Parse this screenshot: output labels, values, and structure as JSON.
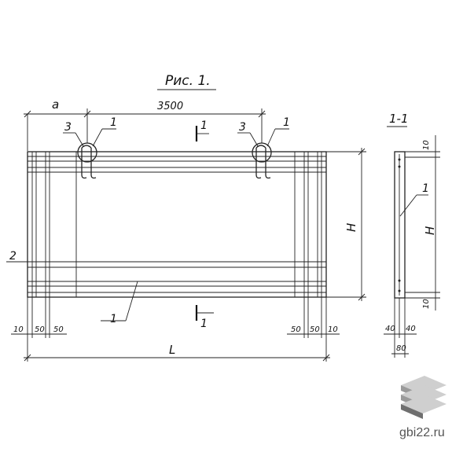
{
  "drawing": {
    "title": "Рис. 1.",
    "section_label": "1-1",
    "dim_a": "a",
    "dim_3500": "3500",
    "dim_H_front": "H",
    "dim_H_side": "H",
    "dim_L": "L",
    "callout_1": "1",
    "callout_2": "2",
    "callout_3": "3",
    "cut_1": "1",
    "dims_bottom_left": [
      "10",
      "50",
      "50"
    ],
    "dims_bottom_right": [
      "50",
      "50",
      "10"
    ],
    "dims_side_top": "10",
    "dims_side_bottom": "10",
    "dims_side_base": [
      "40",
      "40"
    ],
    "dims_side_total": "80"
  },
  "watermark": {
    "site": "gbi22.ru",
    "colors": [
      "#cfcfcf",
      "#9a9a9a",
      "#6f6f6f"
    ]
  }
}
